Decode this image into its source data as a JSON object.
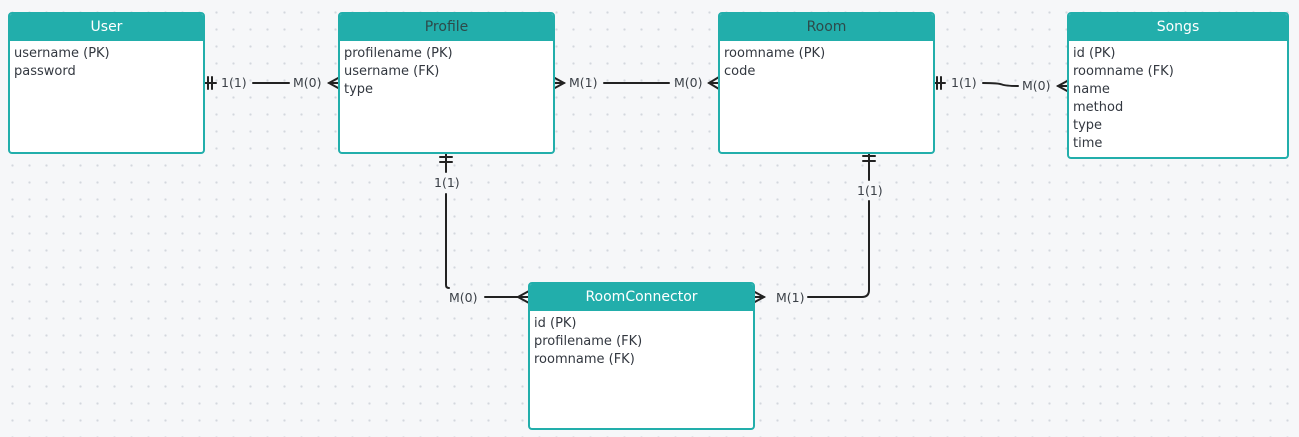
{
  "entities": {
    "user": {
      "name": "User",
      "attributes": [
        "username (PK)",
        "password"
      ]
    },
    "profile": {
      "name": "Profile",
      "attributes": [
        "profilename (PK)",
        "username (FK)",
        "type"
      ]
    },
    "room": {
      "name": "Room",
      "attributes": [
        "roomname (PK)",
        "code"
      ]
    },
    "songs": {
      "name": "Songs",
      "attributes": [
        "id (PK)",
        "roomname (FK)",
        "name",
        "method",
        "type",
        "time"
      ]
    },
    "roomconnector": {
      "name": "RoomConnector",
      "attributes": [
        "id (PK)",
        "profilename (FK)",
        "roomname (FK)"
      ]
    }
  },
  "relationships": [
    {
      "from": "User",
      "to": "Profile",
      "from_card": "1(1)",
      "to_card": "M(0)"
    },
    {
      "from": "Profile",
      "to": "Room",
      "from_card": "M(1)",
      "to_card": "M(0)"
    },
    {
      "from": "Room",
      "to": "Songs",
      "from_card": "1(1)",
      "to_card": "M(0)"
    },
    {
      "from": "Profile",
      "to": "RoomConnector",
      "from_card": "1(1)",
      "to_card": "M(0)"
    },
    {
      "from": "Room",
      "to": "RoomConnector",
      "from_card": "1(1)",
      "to_card": "M(1)"
    }
  ],
  "colors": {
    "header": "#22aeab",
    "line": "#222222",
    "text": "#333840"
  }
}
